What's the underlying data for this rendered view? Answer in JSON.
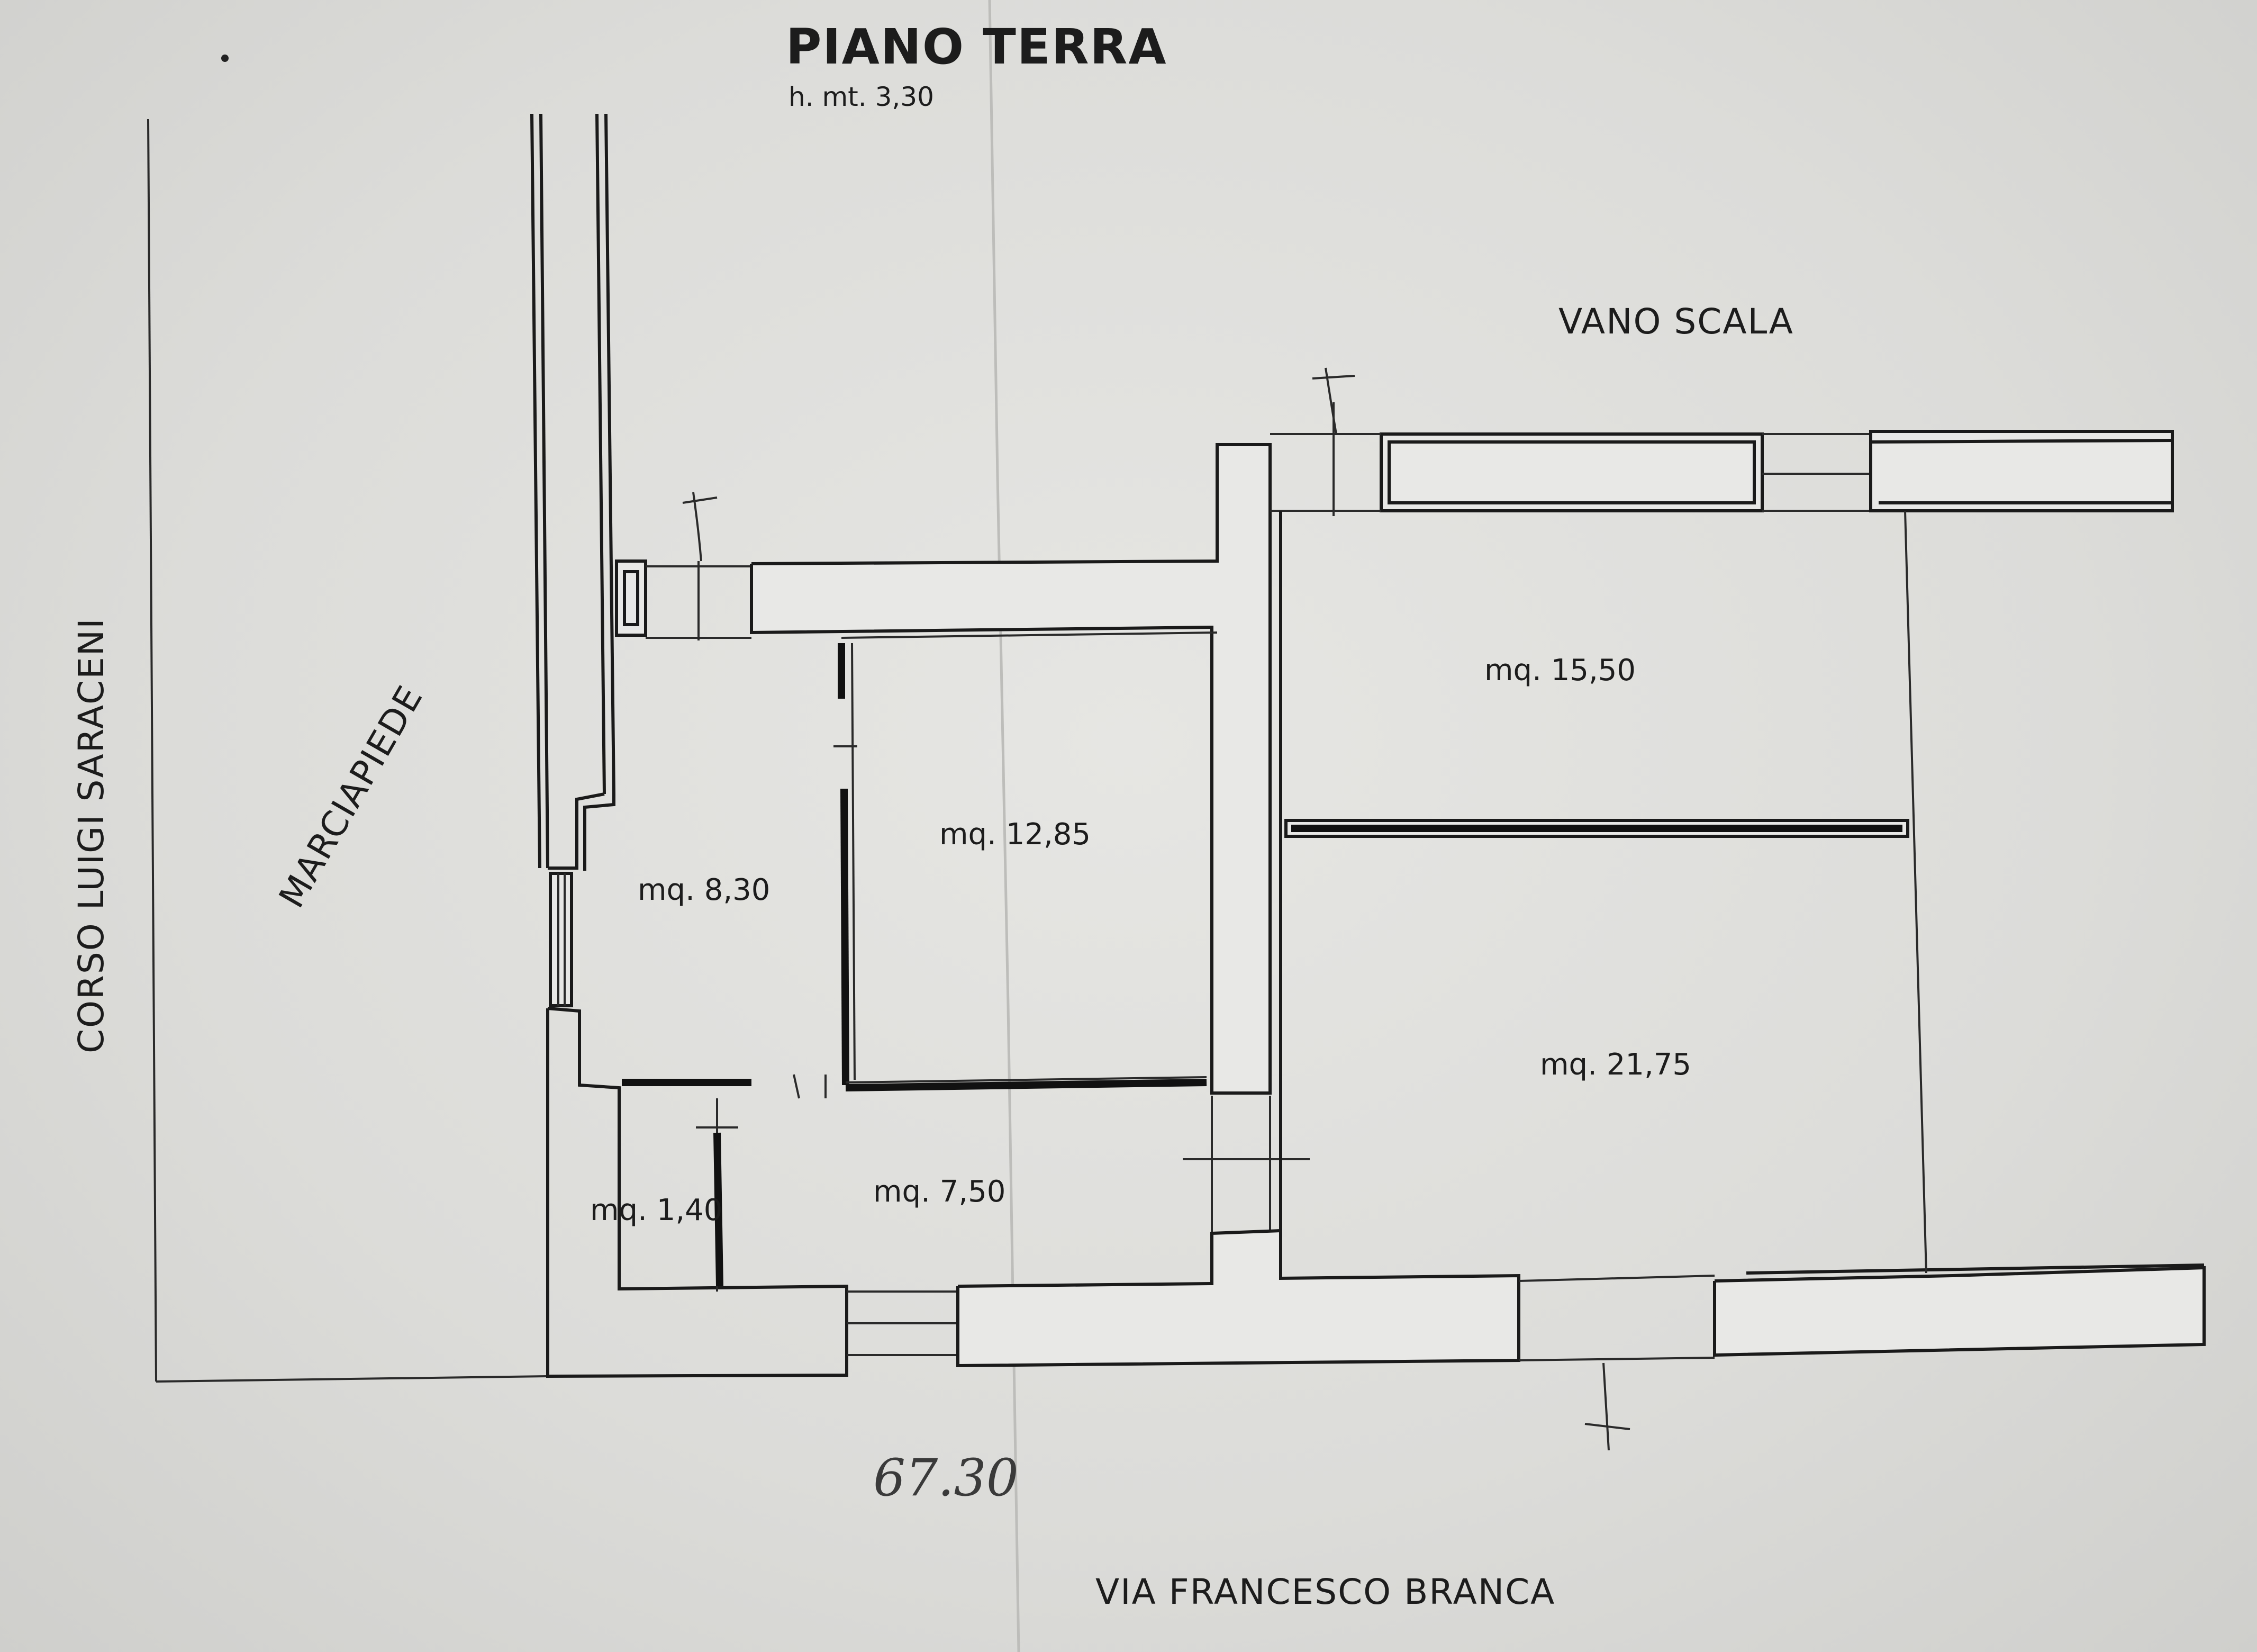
{
  "header": {
    "title": "PIANO TERRA",
    "subtitle": "h. mt. 3,30"
  },
  "labels": {
    "stairwell": "VANO SCALA",
    "sidewalk": "MARCIAPIEDE",
    "street_left": "CORSO LUIGI SARACENI",
    "street_bottom": "VIA FRANCESCO BRANCA"
  },
  "rooms": [
    {
      "id": "room-a",
      "area": "mq. 8,30"
    },
    {
      "id": "room-b",
      "area": "mq. 12,85"
    },
    {
      "id": "room-c",
      "area": "mq. 15,50"
    },
    {
      "id": "room-d",
      "area": "mq. 21,75"
    },
    {
      "id": "room-e",
      "area": "mq. 1,40"
    },
    {
      "id": "room-f",
      "area": "mq. 7,50"
    }
  ],
  "handwritten_total": "67.30",
  "colors": {
    "paper": "#dcdcd9",
    "ink": "#1a1a1a"
  }
}
